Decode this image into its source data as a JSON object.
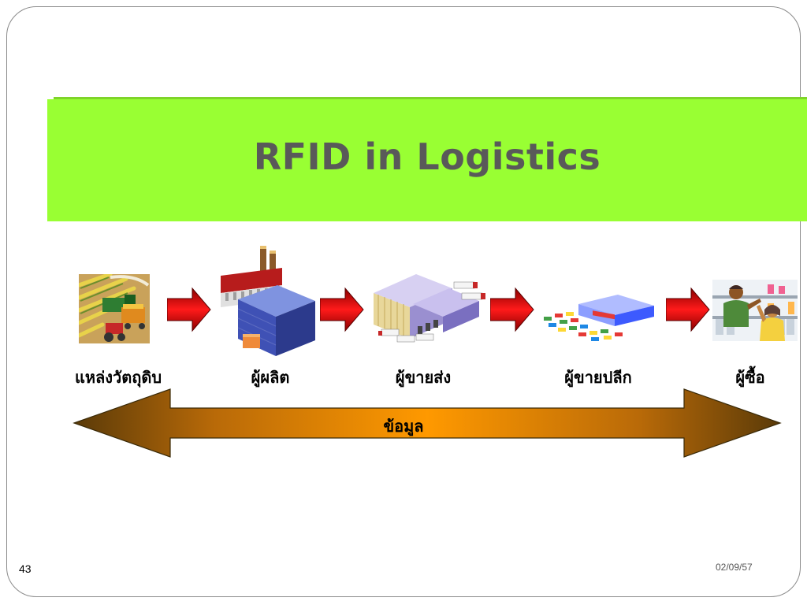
{
  "slide": {
    "title": "RFID in Logistics",
    "page_number": "43",
    "date": "02/09/57"
  },
  "stages": [
    {
      "label": "แหล่งวัตถุดิบ",
      "icon": "farm-harvest-icon"
    },
    {
      "label": "ผู้ผลิต",
      "icon": "factory-icon"
    },
    {
      "label": "ผู้ขายส่ง",
      "icon": "warehouse-icon"
    },
    {
      "label": "ผู้ขายปลีก",
      "icon": "retail-store-icon"
    },
    {
      "label": "ผู้ซื้อ",
      "icon": "shopper-icon"
    }
  ],
  "info_flow": {
    "label": "ข้อมูล"
  },
  "colors": {
    "title_band": "#99ff33",
    "title_text": "#595959",
    "flow_arrow": "#cc0000",
    "info_arrow_center": "#ff9900",
    "info_arrow_edge": "#5a3a08"
  }
}
